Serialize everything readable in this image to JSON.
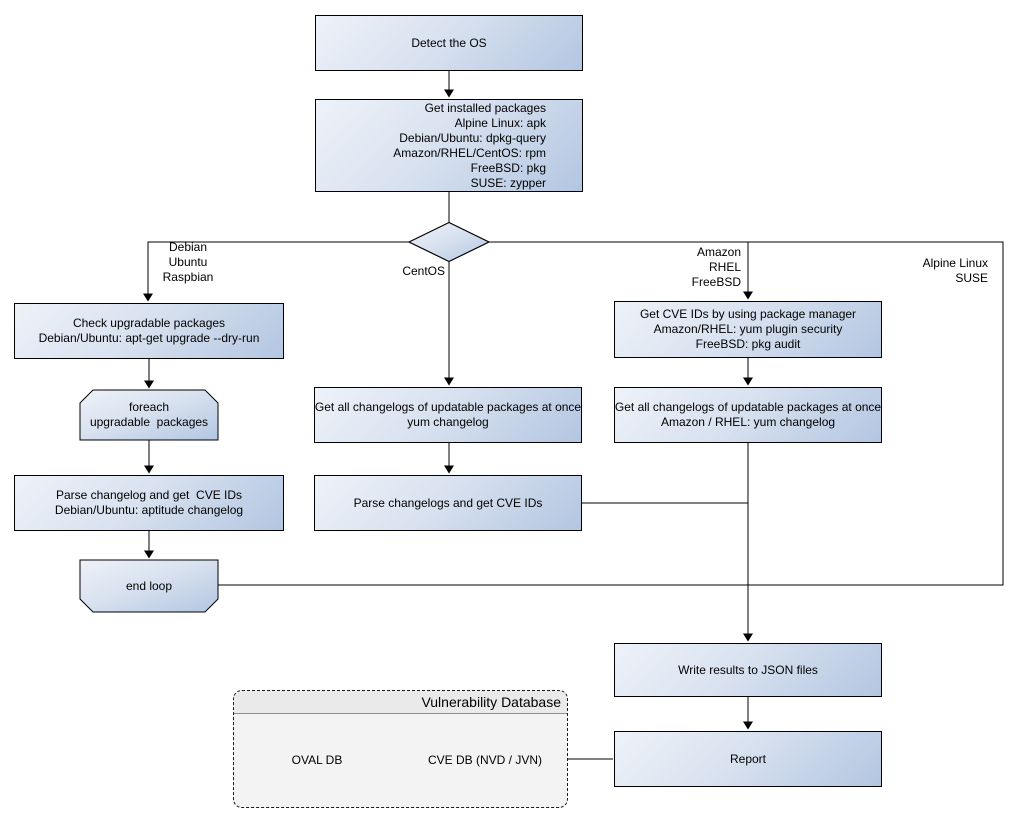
{
  "diagram": {
    "kind": "flowchart",
    "colors": {
      "node_fill_start": "#eef2f9",
      "node_fill_end": "#b3c6e1",
      "node_border": "#000000",
      "connector": "#000000",
      "group_fill": "#f3f3f3",
      "group_title_fill": "#eaeaea",
      "background": "#ffffff"
    }
  },
  "nodes": {
    "detect_os": {
      "lines": [
        "Detect the OS"
      ]
    },
    "get_installed_packages": {
      "lines": [
        "Get installed packages",
        "Alpine Linux: apk",
        "Debian/Ubuntu: dpkg-query",
        "Amazon/RHEL/CentOS: rpm",
        "FreeBSD: pkg",
        "SUSE: zypper"
      ]
    },
    "decision_os": {
      "shape": "diamond",
      "label": ""
    },
    "check_upgradable_packages": {
      "lines": [
        "Check upgradable packages",
        "Debian/Ubuntu: apt-get upgrade --dry-run"
      ]
    },
    "foreach_loop": {
      "shape": "loop-start",
      "lines": [
        "foreach",
        "upgradable  packages"
      ]
    },
    "parse_changelog_debian": {
      "lines": [
        "Parse changelog and get  CVE IDs",
        "Debian/Ubuntu: aptitude changelog"
      ]
    },
    "end_loop": {
      "shape": "loop-end",
      "lines": [
        "end loop"
      ]
    },
    "get_changelogs_centos": {
      "lines": [
        "Get all changelogs of updatable packages at once",
        "yum changelog"
      ]
    },
    "parse_changelogs_centos": {
      "lines": [
        "Parse changelogs and get CVE IDs"
      ]
    },
    "get_cve_ids_package_manager": {
      "lines": [
        "Get CVE IDs by using package manager",
        "Amazon/RHEL: yum plugin security",
        "FreeBSD: pkg audit"
      ]
    },
    "get_changelogs_amazon": {
      "lines": [
        "Get all changelogs of updatable packages at once",
        "Amazon / RHEL: yum changelog"
      ]
    },
    "write_results_json": {
      "lines": [
        "Write results to JSON files"
      ]
    },
    "report": {
      "lines": [
        "Report"
      ]
    }
  },
  "branch_labels": {
    "debian": {
      "lines": [
        "Debian",
        "Ubuntu",
        "Raspbian"
      ]
    },
    "centos": {
      "lines": [
        "CentOS"
      ]
    },
    "amazon": {
      "lines": [
        "Amazon",
        "RHEL",
        "FreeBSD"
      ]
    },
    "alpine": {
      "lines": [
        "Alpine Linux",
        "SUSE"
      ]
    }
  },
  "vulnerability_database": {
    "title": "Vulnerability Database",
    "cylinders": [
      {
        "label": "OVAL DB"
      },
      {
        "label": "CVE DB (NVD / JVN)"
      }
    ]
  }
}
